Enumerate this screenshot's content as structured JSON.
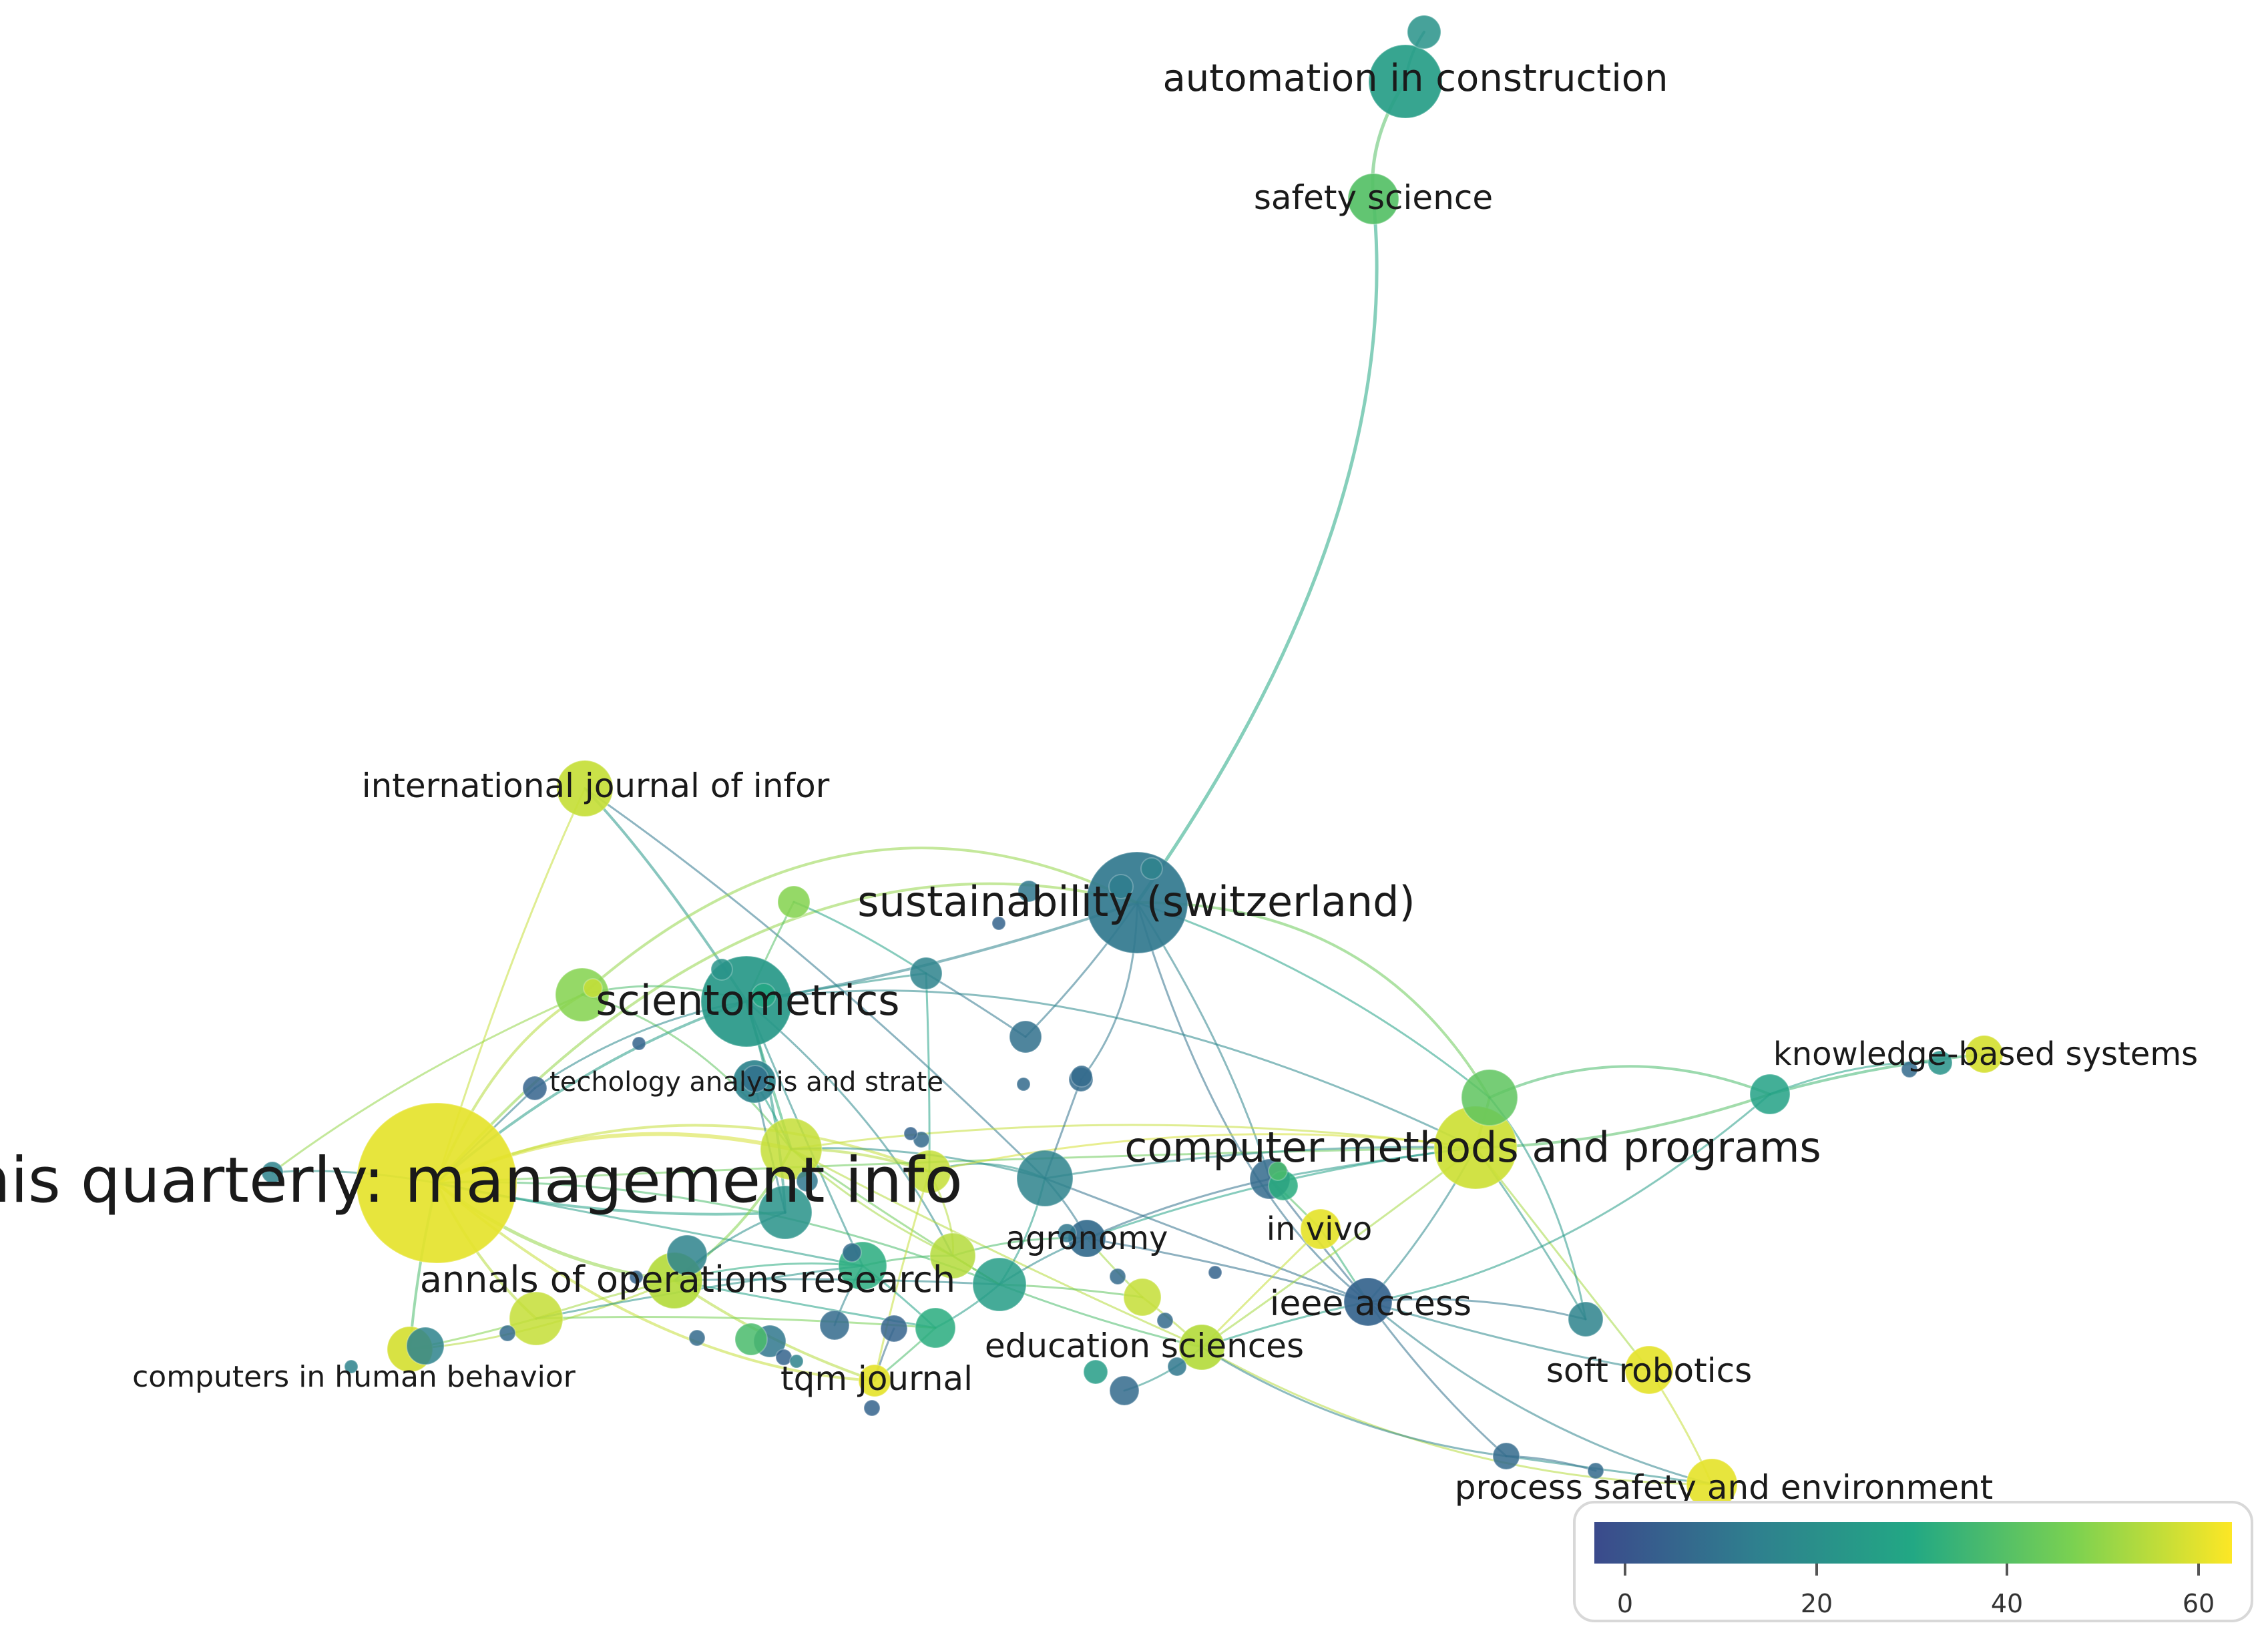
{
  "network": {
    "labels": {
      "automation": "automation in construction",
      "safety": "safety science",
      "intl_journal": "international journal of infor",
      "sustainability": "sustainability (switzerland)",
      "scientometrics": "scientometrics",
      "tech_analysis": "techology analysis and strate",
      "knowledge": "knowledge-based systems",
      "computer_methods": "computer methods and programs",
      "mis": "mis quarterly: management info",
      "in_vivo": "in vivo",
      "agronomy": "agronomy",
      "annals": "annals of operations research",
      "ieee": "ieee access",
      "education": "education sciences",
      "soft_robotics": "soft robotics",
      "computers_hb": "computers in human behavior",
      "tqm": "tqm journal",
      "process_safety": "process safety and environment"
    },
    "color_scale": {
      "min": 0,
      "max": 65,
      "stops": [
        "#3b4a8c",
        "#2f7f8e",
        "#22a884",
        "#7ad151",
        "#fde725"
      ],
      "ticks": [
        "0",
        "20",
        "40",
        "60"
      ]
    }
  }
}
